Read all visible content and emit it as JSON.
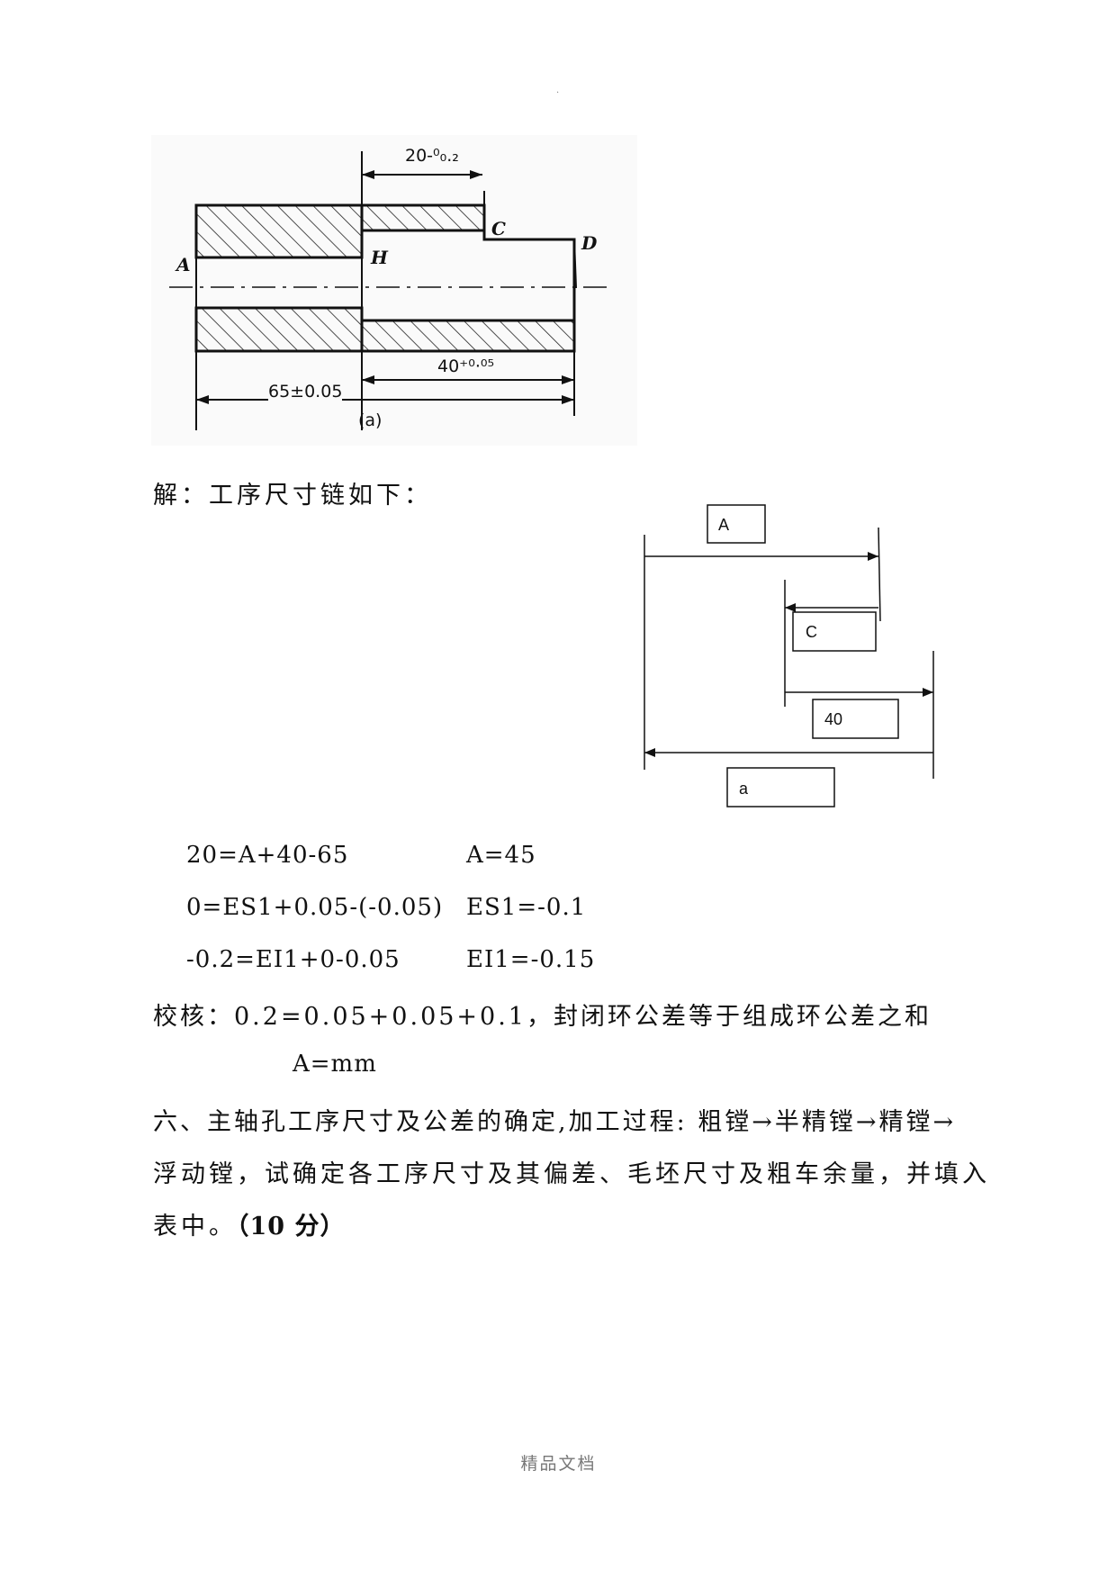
{
  "header_dot": "·",
  "figure_a": {
    "labels": {
      "A": "A",
      "B": "H",
      "C": "C",
      "D": "D"
    },
    "dim_top": "20-⁰₀.₂",
    "dim_40": "40⁺⁰·⁰⁵",
    "dim_65": "65±0.05",
    "caption": "(a)"
  },
  "solution_intro": "解：工序尺寸链如下：",
  "chain_diagram": {
    "box_A": "A",
    "box_C": "C",
    "box_40": "40",
    "box_a": "a"
  },
  "equations": [
    {
      "left": "20=A+40-65",
      "right": "A=45"
    },
    {
      "left": "0=ES1+0.05-(-0.05)",
      "right": "ES1=-0.1"
    },
    {
      "left": "-0.2=EI1+0-0.05",
      "right": "EI1=-0.15"
    }
  ],
  "check_line": "校核：0.2=0.05+0.05+0.1，封闭环公差等于组成环公差之和",
  "result_line": "A=mm",
  "question6": {
    "line1": "六、主轴孔工序尺寸及公差的确定,加工过程: 粗镗→半精镗→精镗→",
    "line2": "浮动镗，试确定各工序尺寸及其偏差、毛坯尺寸及粗车余量，并填入",
    "line3_text": "表中。",
    "line3_score": "（10 分）"
  },
  "footer": "精品文档"
}
